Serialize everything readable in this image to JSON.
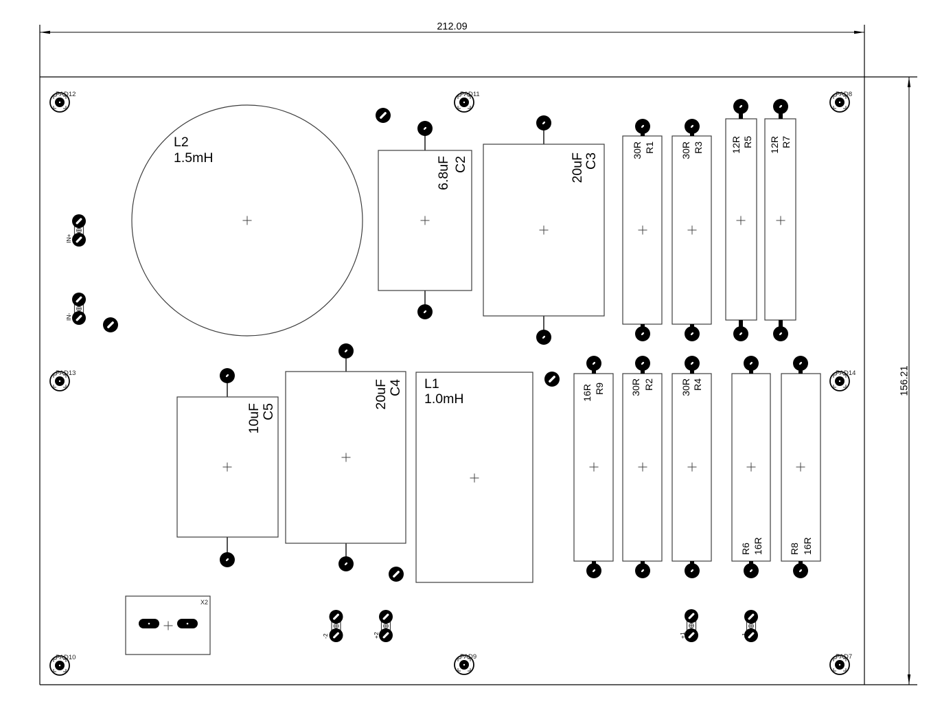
{
  "palette": {
    "paper": "#ffffff",
    "ink": "#000000",
    "silkscreen": "#3c3c3c"
  },
  "dimensions": {
    "width_label": "212.09",
    "height_label": "156.21"
  },
  "mounting_holes": [
    {
      "ref": "PAD12"
    },
    {
      "ref": "PAD11"
    },
    {
      "ref": "PAD8"
    },
    {
      "ref": "PAD13"
    },
    {
      "ref": "PAD14"
    },
    {
      "ref": "PAD10"
    },
    {
      "ref": "PAD9"
    },
    {
      "ref": "PAD7"
    }
  ],
  "inductors": [
    {
      "ref": "L2",
      "value": "1.5mH"
    },
    {
      "ref": "L1",
      "value": "1.0mH"
    }
  ],
  "capacitors": [
    {
      "ref": "C2",
      "value": "6.8uF"
    },
    {
      "ref": "C3",
      "value": "20uF"
    },
    {
      "ref": "C4",
      "value": "20uF"
    },
    {
      "ref": "C5",
      "value": "10uF"
    }
  ],
  "resistors": [
    {
      "ref": "R1",
      "value": "30R"
    },
    {
      "ref": "R3",
      "value": "30R"
    },
    {
      "ref": "R5",
      "value": "12R"
    },
    {
      "ref": "R7",
      "value": "12R"
    },
    {
      "ref": "R9",
      "value": "16R"
    },
    {
      "ref": "R2",
      "value": "30R"
    },
    {
      "ref": "R4",
      "value": "30R"
    },
    {
      "ref": "R6",
      "value": "16R"
    },
    {
      "ref": "R8",
      "value": "16R"
    }
  ],
  "terminals": [
    {
      "label": "IN+"
    },
    {
      "label": "IN-"
    },
    {
      "label": "-2"
    },
    {
      "label": "+2"
    },
    {
      "label": "+1"
    },
    {
      "label": "-1"
    }
  ],
  "connectors": [
    {
      "ref": "X2"
    }
  ]
}
